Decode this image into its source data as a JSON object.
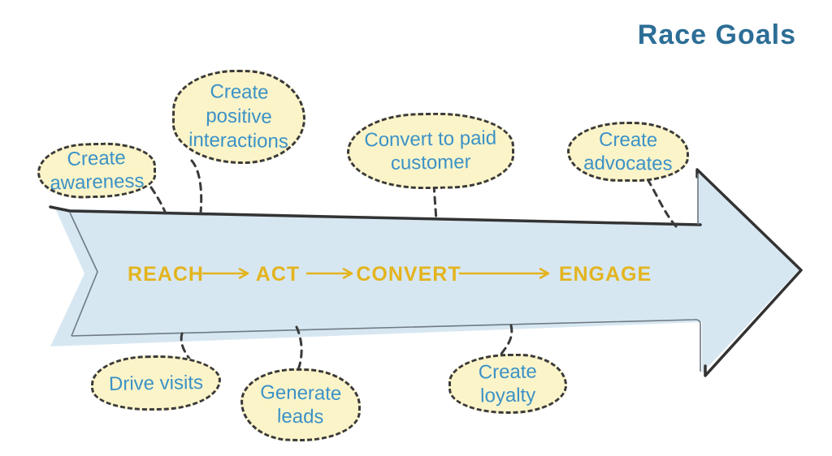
{
  "title": "Race Goals",
  "flow_stages": [
    "REACH",
    "ACT",
    "CONVERT",
    "ENGAGE"
  ],
  "notes": {
    "awareness": "Create awareness",
    "positive_interactions": "Create positive interactions",
    "convert_paid": "Convert to paid customer",
    "advocates": "Create advocates",
    "drive_visits": "Drive visits",
    "generate_leads": "Generate leads",
    "loyalty": "Create loyalty"
  },
  "colors": {
    "arrow_fill": "#d7e7f2",
    "note_fill": "#fcf4c9",
    "note_border": "#3a3a3a",
    "note_text": "#3b92c6",
    "flow_text": "#e3b41e",
    "title_text": "#2c6e96",
    "sketch_dark": "#333333",
    "sketch_light": "#6f7a82"
  }
}
